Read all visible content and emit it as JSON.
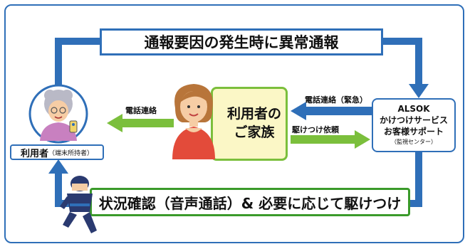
{
  "top_label": "通報要因の発生時に異常通報",
  "bottom_label": "状況確認（音声通話）& 必要に応じて駆けつけ",
  "family": {
    "line1": "利用者の",
    "line2": "ご家族"
  },
  "alsok": {
    "line1": "ALSOK",
    "line2": "かけつけサービス",
    "line3": "お客様サポート",
    "line4": "（監視センター）"
  },
  "user": {
    "label": "利用者",
    "sub": "（端末所持者）"
  },
  "arrows": {
    "family_to_user": "電話連絡",
    "alsok_to_family": "電話連絡（緊急）",
    "family_to_alsok": "駆けつけ依頼"
  },
  "colors": {
    "blue": "#2f6fb8",
    "green": "#7bbf3c",
    "yellow": "#fbf7c6"
  }
}
